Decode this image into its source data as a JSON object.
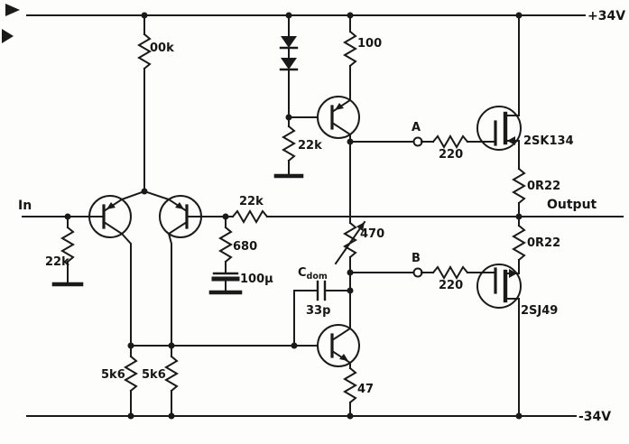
{
  "schematic": {
    "power": {
      "vplus": "+34V",
      "vminus": "-34V"
    },
    "io": {
      "input": "In",
      "output": "Output"
    },
    "nodes": {
      "a": "A",
      "b": "B"
    },
    "components": {
      "r_tail": "00k",
      "r_input": "22k",
      "r_fb": "22k",
      "r_fb_shunt": "680",
      "c_fb": "100µ",
      "r_bias": "22k",
      "r_cs_emitter": "100",
      "r_gate_a": "220",
      "r_gate_b": "220",
      "r_source_top": "0R22",
      "r_source_bottom": "0R22",
      "r_bias_preset": "470",
      "c_comp_name": "C",
      "c_comp_sub": "dom",
      "c_comp_value": "33p",
      "r_vas_emitter": "47",
      "r_load_left": "5k6",
      "r_load_right": "5k6",
      "q_output_n": "2SK134",
      "q_output_p": "2SJ49"
    }
  }
}
